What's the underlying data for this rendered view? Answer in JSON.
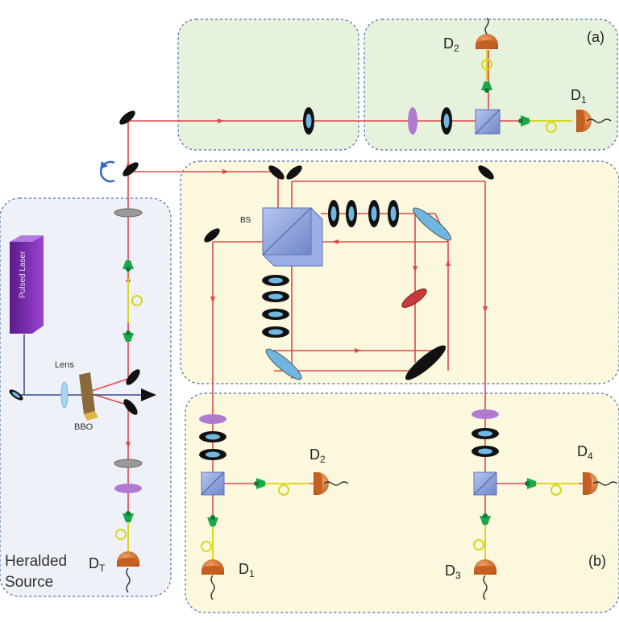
{
  "labels": {
    "panel_a": "(a)",
    "panel_b": "(b)",
    "heralded_source_line1": "Heralded",
    "heralded_source_line2": "Source",
    "pulsed_laser": "Pulsed Laser",
    "lens": "Lens",
    "bbo": "BBO",
    "bs": "BS"
  },
  "detectors": {
    "d2_top": {
      "base": "D",
      "sub": "2"
    },
    "d1_top": {
      "base": "D",
      "sub": "1"
    },
    "dt": {
      "base": "D",
      "sub": "T"
    },
    "d2_mid": {
      "base": "D",
      "sub": "2"
    },
    "d1_bottom": {
      "base": "D",
      "sub": "1"
    },
    "d4": {
      "base": "D",
      "sub": "4"
    },
    "d3": {
      "base": "D",
      "sub": "3"
    }
  },
  "colors": {
    "beam": "#e0484b",
    "pump": "#3a4a8a",
    "panel_green": "#e6f2dc",
    "panel_yellow": "#fbf8de",
    "panel_blue": "#eef1f7",
    "panel_border": "#4d6aa8",
    "detector": "#d2691e",
    "coupler": "#1aa84a",
    "fiber": "#d8d820",
    "cube": "#8fa4d9",
    "waveplate": "#111111",
    "polarizer": "#b07ad1",
    "laser": "#7a2ab0"
  },
  "icons": {
    "mirror": "mirror-icon",
    "detector": "detector-icon",
    "coupler": "fiber-coupler-icon",
    "beam_splitter": "beam-splitter-cube-icon",
    "wave_plate": "wave-plate-icon",
    "polarizer": "polarizer-icon",
    "laser": "laser-icon",
    "flip_mirror": "flip-mirror-arrow-icon"
  }
}
